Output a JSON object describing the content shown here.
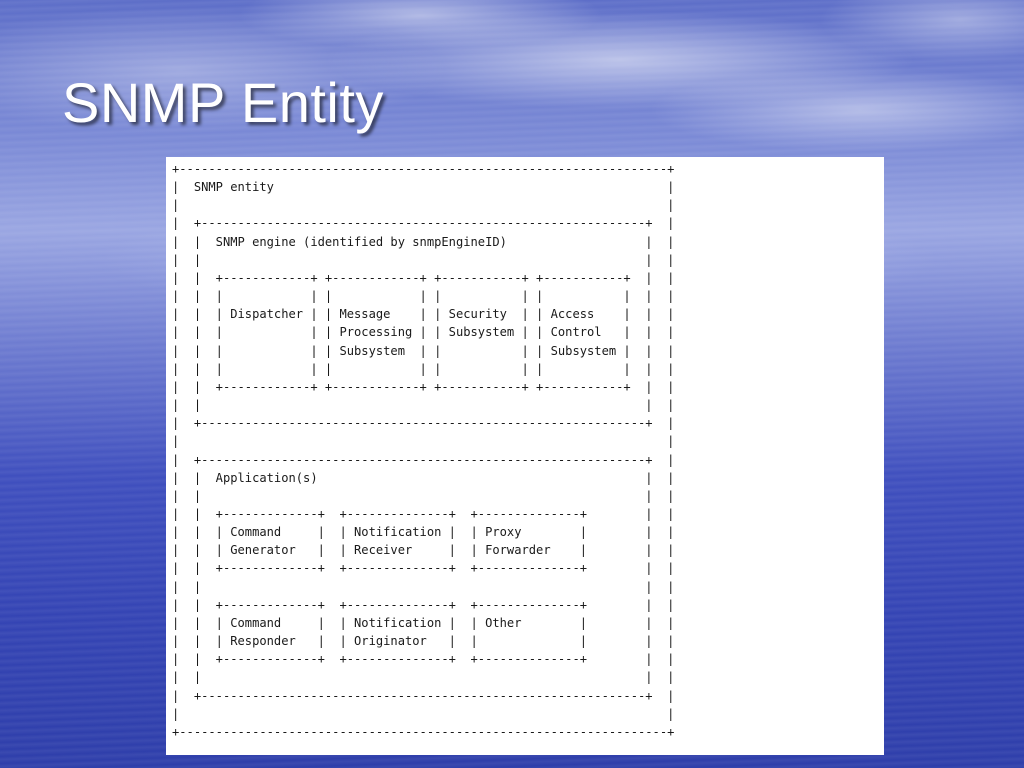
{
  "slide": {
    "title": "SNMP Entity"
  },
  "diagram": {
    "ascii_lines": [
      "+-------------------------------------------------------------------+",
      "|  SNMP entity                                                      |",
      "|                                                                   |",
      "|  +-------------------------------------------------------------+  |",
      "|  |  SNMP engine (identified by snmpEngineID)                   |  |",
      "|  |                                                             |  |",
      "|  |  +------------+ +------------+ +-----------+ +-----------+  |  |",
      "|  |  |            | |            | |           | |           |  |  |",
      "|  |  | Dispatcher | | Message    | | Security  | | Access    |  |  |",
      "|  |  |            | | Processing | | Subsystem | | Control   |  |  |",
      "|  |  |            | | Subsystem  | |           | | Subsystem |  |  |",
      "|  |  |            | |            | |           | |           |  |  |",
      "|  |  +------------+ +------------+ +-----------+ +-----------+  |  |",
      "|  |                                                             |  |",
      "|  +-------------------------------------------------------------+  |",
      "|                                                                   |",
      "|  +-------------------------------------------------------------+  |",
      "|  |  Application(s)                                             |  |",
      "|  |                                                             |  |",
      "|  |  +-------------+  +--------------+  +--------------+        |  |",
      "|  |  | Command     |  | Notification |  | Proxy        |        |  |",
      "|  |  | Generator   |  | Receiver     |  | Forwarder    |        |  |",
      "|  |  +-------------+  +--------------+  +--------------+        |  |",
      "|  |                                                             |  |",
      "|  |  +-------------+  +--------------+  +--------------+        |  |",
      "|  |  | Command     |  | Notification |  | Other        |        |  |",
      "|  |  | Responder   |  | Originator   |  |              |        |  |",
      "|  |  +-------------+  +--------------+  +--------------+        |  |",
      "|  |                                                             |  |",
      "|  +-------------------------------------------------------------+  |",
      "|                                                                   |",
      "+-------------------------------------------------------------------+"
    ]
  }
}
